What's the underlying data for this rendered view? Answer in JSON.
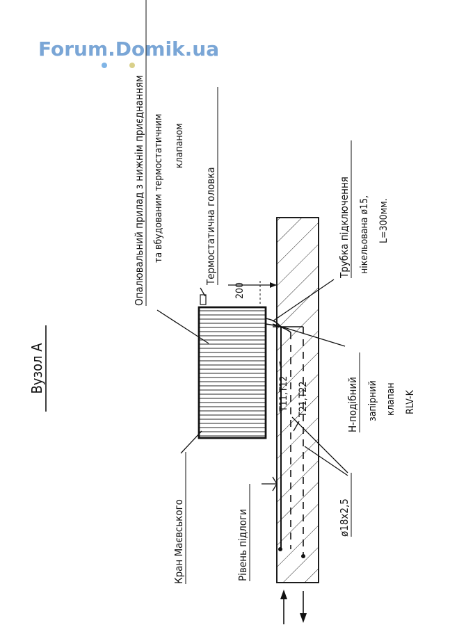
{
  "watermark": {
    "text": "Forum.Domik.ua",
    "color": "#7aa6d6",
    "accent_colors": [
      "#7fb4e6",
      "#d9d08a",
      "#d45a5a"
    ]
  },
  "diagram": {
    "title": "Вузол А",
    "labels": {
      "radiator_line1": "Опалювальний прилад з нижнім приєднанням",
      "radiator_line2": "та вбудованим термостатичним",
      "radiator_line3": "клапаном",
      "thermo_head": "Термостатична головка",
      "tube_line1": "Трубка підключення",
      "tube_line2": "нікельована ø15,",
      "tube_line3": "L=300мм.",
      "valve_line1": "Н-подібний",
      "valve_line2": "запірний",
      "valve_line3": "клапан",
      "valve_line4": "RLV-K",
      "pipes_upper": "T11,T12",
      "pipes_lower": "T21,T22",
      "pipe_size": "ø18x2,5",
      "floor_level": "Рівень підлоги",
      "mayevsky": "Кран Маєвського",
      "dimension": "200"
    },
    "line_color": "#111111"
  }
}
